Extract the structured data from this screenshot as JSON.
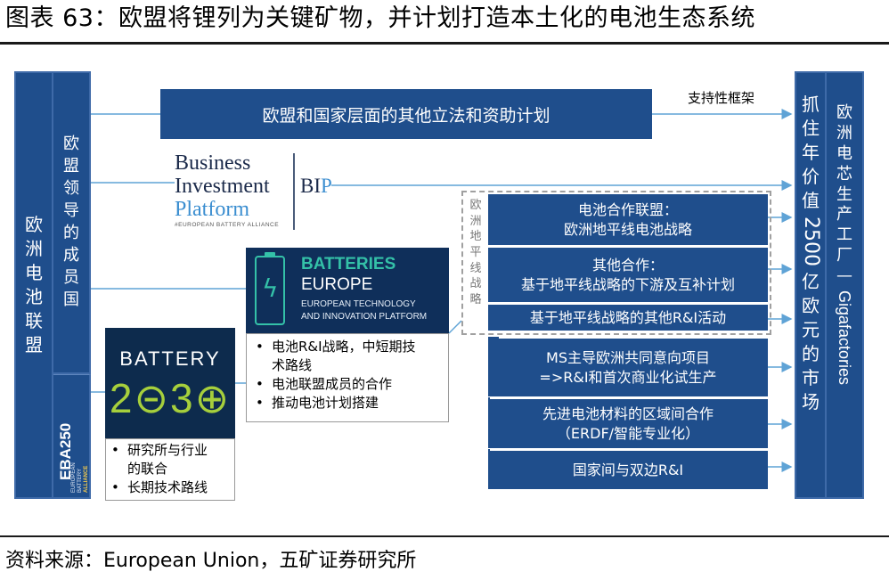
{
  "figure": {
    "title": "图表 63：欧盟将锂列为关键矿物，并计划打造本土化的电池生态系统",
    "source": "资料来源：European  Union，五矿证券研究所"
  },
  "left": {
    "eu_battery_alliance": [
      "欧",
      "洲",
      "电",
      "池",
      "联",
      "盟"
    ],
    "eu_leading_members": [
      "欧",
      "盟",
      "领",
      "导",
      "的",
      "成",
      "员",
      "国"
    ],
    "eba_logo": {
      "main": "EBA250",
      "small_lines": [
        "EUROPEAN",
        "BATTERY",
        "ALLIANCE"
      ]
    }
  },
  "top_bar": {
    "label": "欧盟和国家层面的其他立法和资助计划"
  },
  "support_label": "支持性框架",
  "bip": {
    "logo_lines": [
      "Business",
      "Investment",
      "Platform"
    ],
    "logo_small": "#EUROPEAN BATTERY ALLIANCE",
    "mark_b": "BI",
    "mark_p": "P"
  },
  "batteries_europe": {
    "line1": "BATTERIES",
    "line2": "EUROPE",
    "line3": "EUROPEAN TECHNOLOGY",
    "line4": "AND INNOVATION PLATFORM",
    "bullets": [
      "电池R&I战略，中短期技",
      "术路线",
      "电池联盟成员的合作",
      "推动电池计划搭建"
    ]
  },
  "battery2030": {
    "line1": "BATTERY",
    "line2": "2⊝3⊕",
    "bullets": [
      "研究所与行业",
      "的联合",
      "长期技术路线"
    ]
  },
  "horizon_label": [
    "欧",
    "洲",
    "地",
    "平",
    "线",
    "战",
    "略"
  ],
  "middle": {
    "boxes": [
      {
        "line1": "电池合作联盟：",
        "line2": "欧洲地平线电池战略"
      },
      {
        "line1": "其他合作：",
        "line2": "基于地平线战略的下游及互补计划"
      },
      {
        "line1": "基于地平线战略的其他R&I活动",
        "line2": ""
      },
      {
        "line1": "MS主导欧洲共同意向项目",
        "line2": "=>R&I和首次商业化试生产"
      },
      {
        "line1": "先进电池材料的区域间合作",
        "line2": "（ERDF/智能专业化）"
      },
      {
        "line1": "国家间与双边R&I",
        "line2": ""
      }
    ]
  },
  "right": {
    "market_chars_top": [
      "抓",
      "住",
      "年",
      "价",
      "值"
    ],
    "market_number": "2500",
    "market_chars_bottom": [
      "亿",
      "欧",
      "元",
      "的",
      "市",
      "场"
    ],
    "gigafactory_chars": [
      "欧",
      "洲",
      "电",
      "芯",
      "生",
      "产",
      "工",
      "厂",
      "—"
    ],
    "gigafactory_latin": "Gigafactories"
  },
  "colors": {
    "navy": "#1f4e8c",
    "dark_navy": "#0f2f5a",
    "teal": "#34c1a8",
    "lime": "#a6cf3c",
    "connector": "#5fa3d6"
  }
}
